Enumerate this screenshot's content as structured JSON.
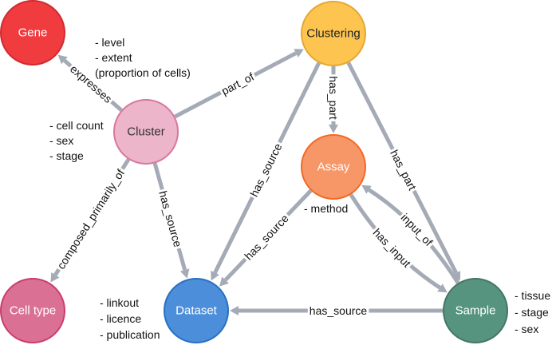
{
  "diagram": {
    "title": "Graph data model",
    "nodes": [
      {
        "id": "gene",
        "label": "Gene",
        "fill": "#f03b3f",
        "stroke": "#d22a2e",
        "text": "#ffffff"
      },
      {
        "id": "clustering",
        "label": "Clustering",
        "fill": "#fdc450",
        "stroke": "#e4a830",
        "text": "#222222"
      },
      {
        "id": "cluster",
        "label": "Cluster",
        "fill": "#ecb5c9",
        "stroke": "#d8779e",
        "text": "#333333"
      },
      {
        "id": "assay",
        "label": "Assay",
        "fill": "#f79767",
        "stroke": "#f36924",
        "text": "#ffffff"
      },
      {
        "id": "celltype",
        "label": "Cell type",
        "fill": "#da7194",
        "stroke": "#cc3c6c",
        "text": "#ffffff"
      },
      {
        "id": "dataset",
        "label": "Dataset",
        "fill": "#4c8eda",
        "stroke": "#2870c2",
        "text": "#ffffff"
      },
      {
        "id": "sample",
        "label": "Sample",
        "fill": "#569480",
        "stroke": "#447666",
        "text": "#ffffff"
      }
    ],
    "edges": [
      {
        "id": "expresses",
        "from": "cluster",
        "to": "gene",
        "label": "expresses"
      },
      {
        "id": "part_of",
        "from": "cluster",
        "to": "clustering",
        "label": "part_of"
      },
      {
        "id": "composed_primarily_of",
        "from": "cluster",
        "to": "celltype",
        "label": "composed_primarily_of"
      },
      {
        "id": "cluster_has_source",
        "from": "cluster",
        "to": "dataset",
        "label": "has_source"
      },
      {
        "id": "clustering_has_part_assay",
        "from": "clustering",
        "to": "assay",
        "label": "has_part"
      },
      {
        "id": "clustering_has_source",
        "from": "clustering",
        "to": "dataset",
        "label": "has_source"
      },
      {
        "id": "clustering_has_part_sample",
        "from": "clustering",
        "to": "sample",
        "label": "has_part"
      },
      {
        "id": "assay_has_source",
        "from": "assay",
        "to": "dataset",
        "label": "has_source"
      },
      {
        "id": "has_input",
        "from": "assay",
        "to": "sample",
        "label": "has_input"
      },
      {
        "id": "input_of",
        "from": "sample",
        "to": "assay",
        "label": "input_of"
      },
      {
        "id": "sample_has_source",
        "from": "sample",
        "to": "dataset",
        "label": "has_source"
      }
    ],
    "attributes": {
      "expresses": [
        "- level",
        "- extent",
        "(proportion of cells)"
      ],
      "cluster": [
        "- cell count",
        "- sex",
        "- stage"
      ],
      "assay": [
        "- method"
      ],
      "dataset": [
        "- linkout",
        "- licence",
        "- publication"
      ],
      "sample": [
        "- tissue",
        "- stage",
        "- sex"
      ]
    },
    "edge_color": "#a5abb6"
  }
}
